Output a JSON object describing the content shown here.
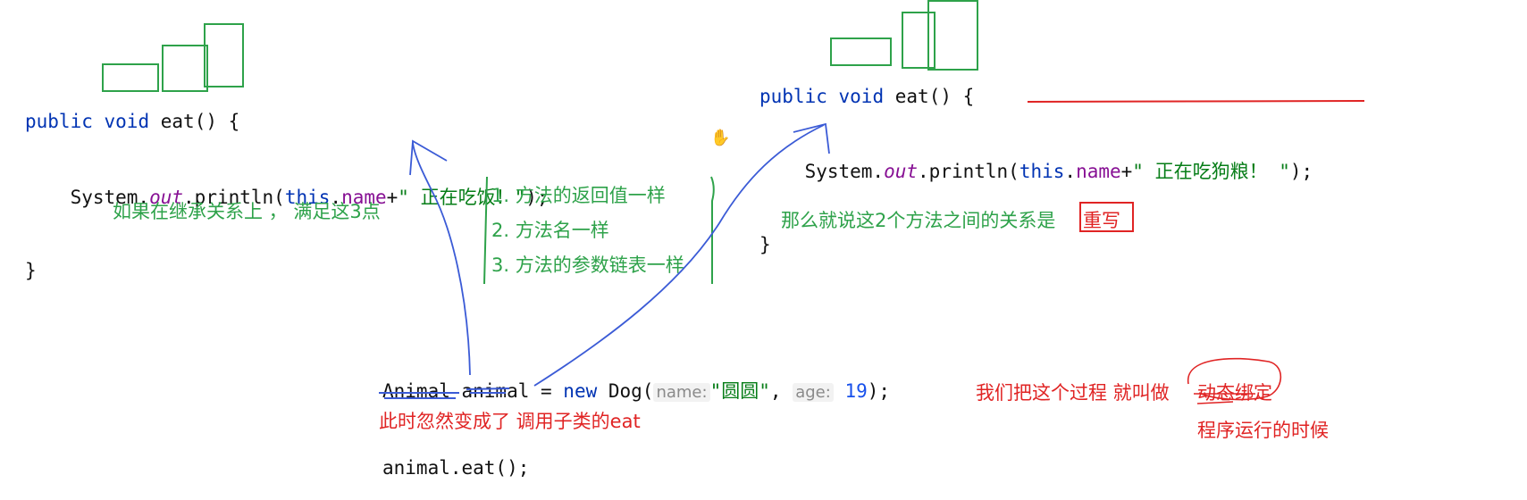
{
  "parent_method": {
    "l1_public": "public",
    "l1_void": "void",
    "l1_eat": "eat",
    "l1_rest": "() {",
    "l2_system": "System.",
    "l2_out": "out",
    "l2_println": ".println(",
    "l2_this": "this",
    "l2_dot": ".",
    "l2_name": "name",
    "l2_plus": "+",
    "l2_string": "\" 正在吃饭！\"",
    "l2_end": ");",
    "l3_close": "}"
  },
  "child_method": {
    "l1_public": "public",
    "l1_void": "void",
    "l1_eat": "eat",
    "l1_rest": "() {",
    "l2_system": "System.",
    "l2_out": "out",
    "l2_println": ".println(",
    "l2_this": "this",
    "l2_dot": ".",
    "l2_name": "name",
    "l2_plus": "+",
    "l2_string": "\" 正在吃狗粮！ \"",
    "l2_end": ");",
    "l3_close": "}"
  },
  "call_code": {
    "l1_decl": "Animal animal = ",
    "l1_new": "new",
    "l1_type": " Dog(",
    "l1_hint_name": "name:",
    "l1_arg_name": "\"圆圆\"",
    "l1_comma": ",",
    "l1_hint_age": "age:",
    "l1_arg_age": "19",
    "l1_end": ");",
    "l2_call": "animal.eat();"
  },
  "notes": {
    "condition": "如果在继承关系上  ， 满足这3点",
    "rule1": "1. 方法的返回值一样",
    "rule2": "2. 方法名一样",
    "rule3": "3. 方法的参数链表一样",
    "conclusion": "那么就说这2个方法之间的关系是",
    "override": "重写",
    "call_effect": "此时忽然变成了 调用子类的eat",
    "process": "我们把这个过程 就叫做",
    "dynamic_binding": "动态绑定",
    "runtime": "程序运行的时候"
  },
  "colors": {
    "annotation_green": "#2ea24a",
    "annotation_red": "#e02424",
    "annotation_blue": "#3b5bd6",
    "keyword": "#0033b3",
    "field": "#871094",
    "string": "#067d17"
  },
  "icons": {
    "cursor": "hand-cursor-icon"
  }
}
